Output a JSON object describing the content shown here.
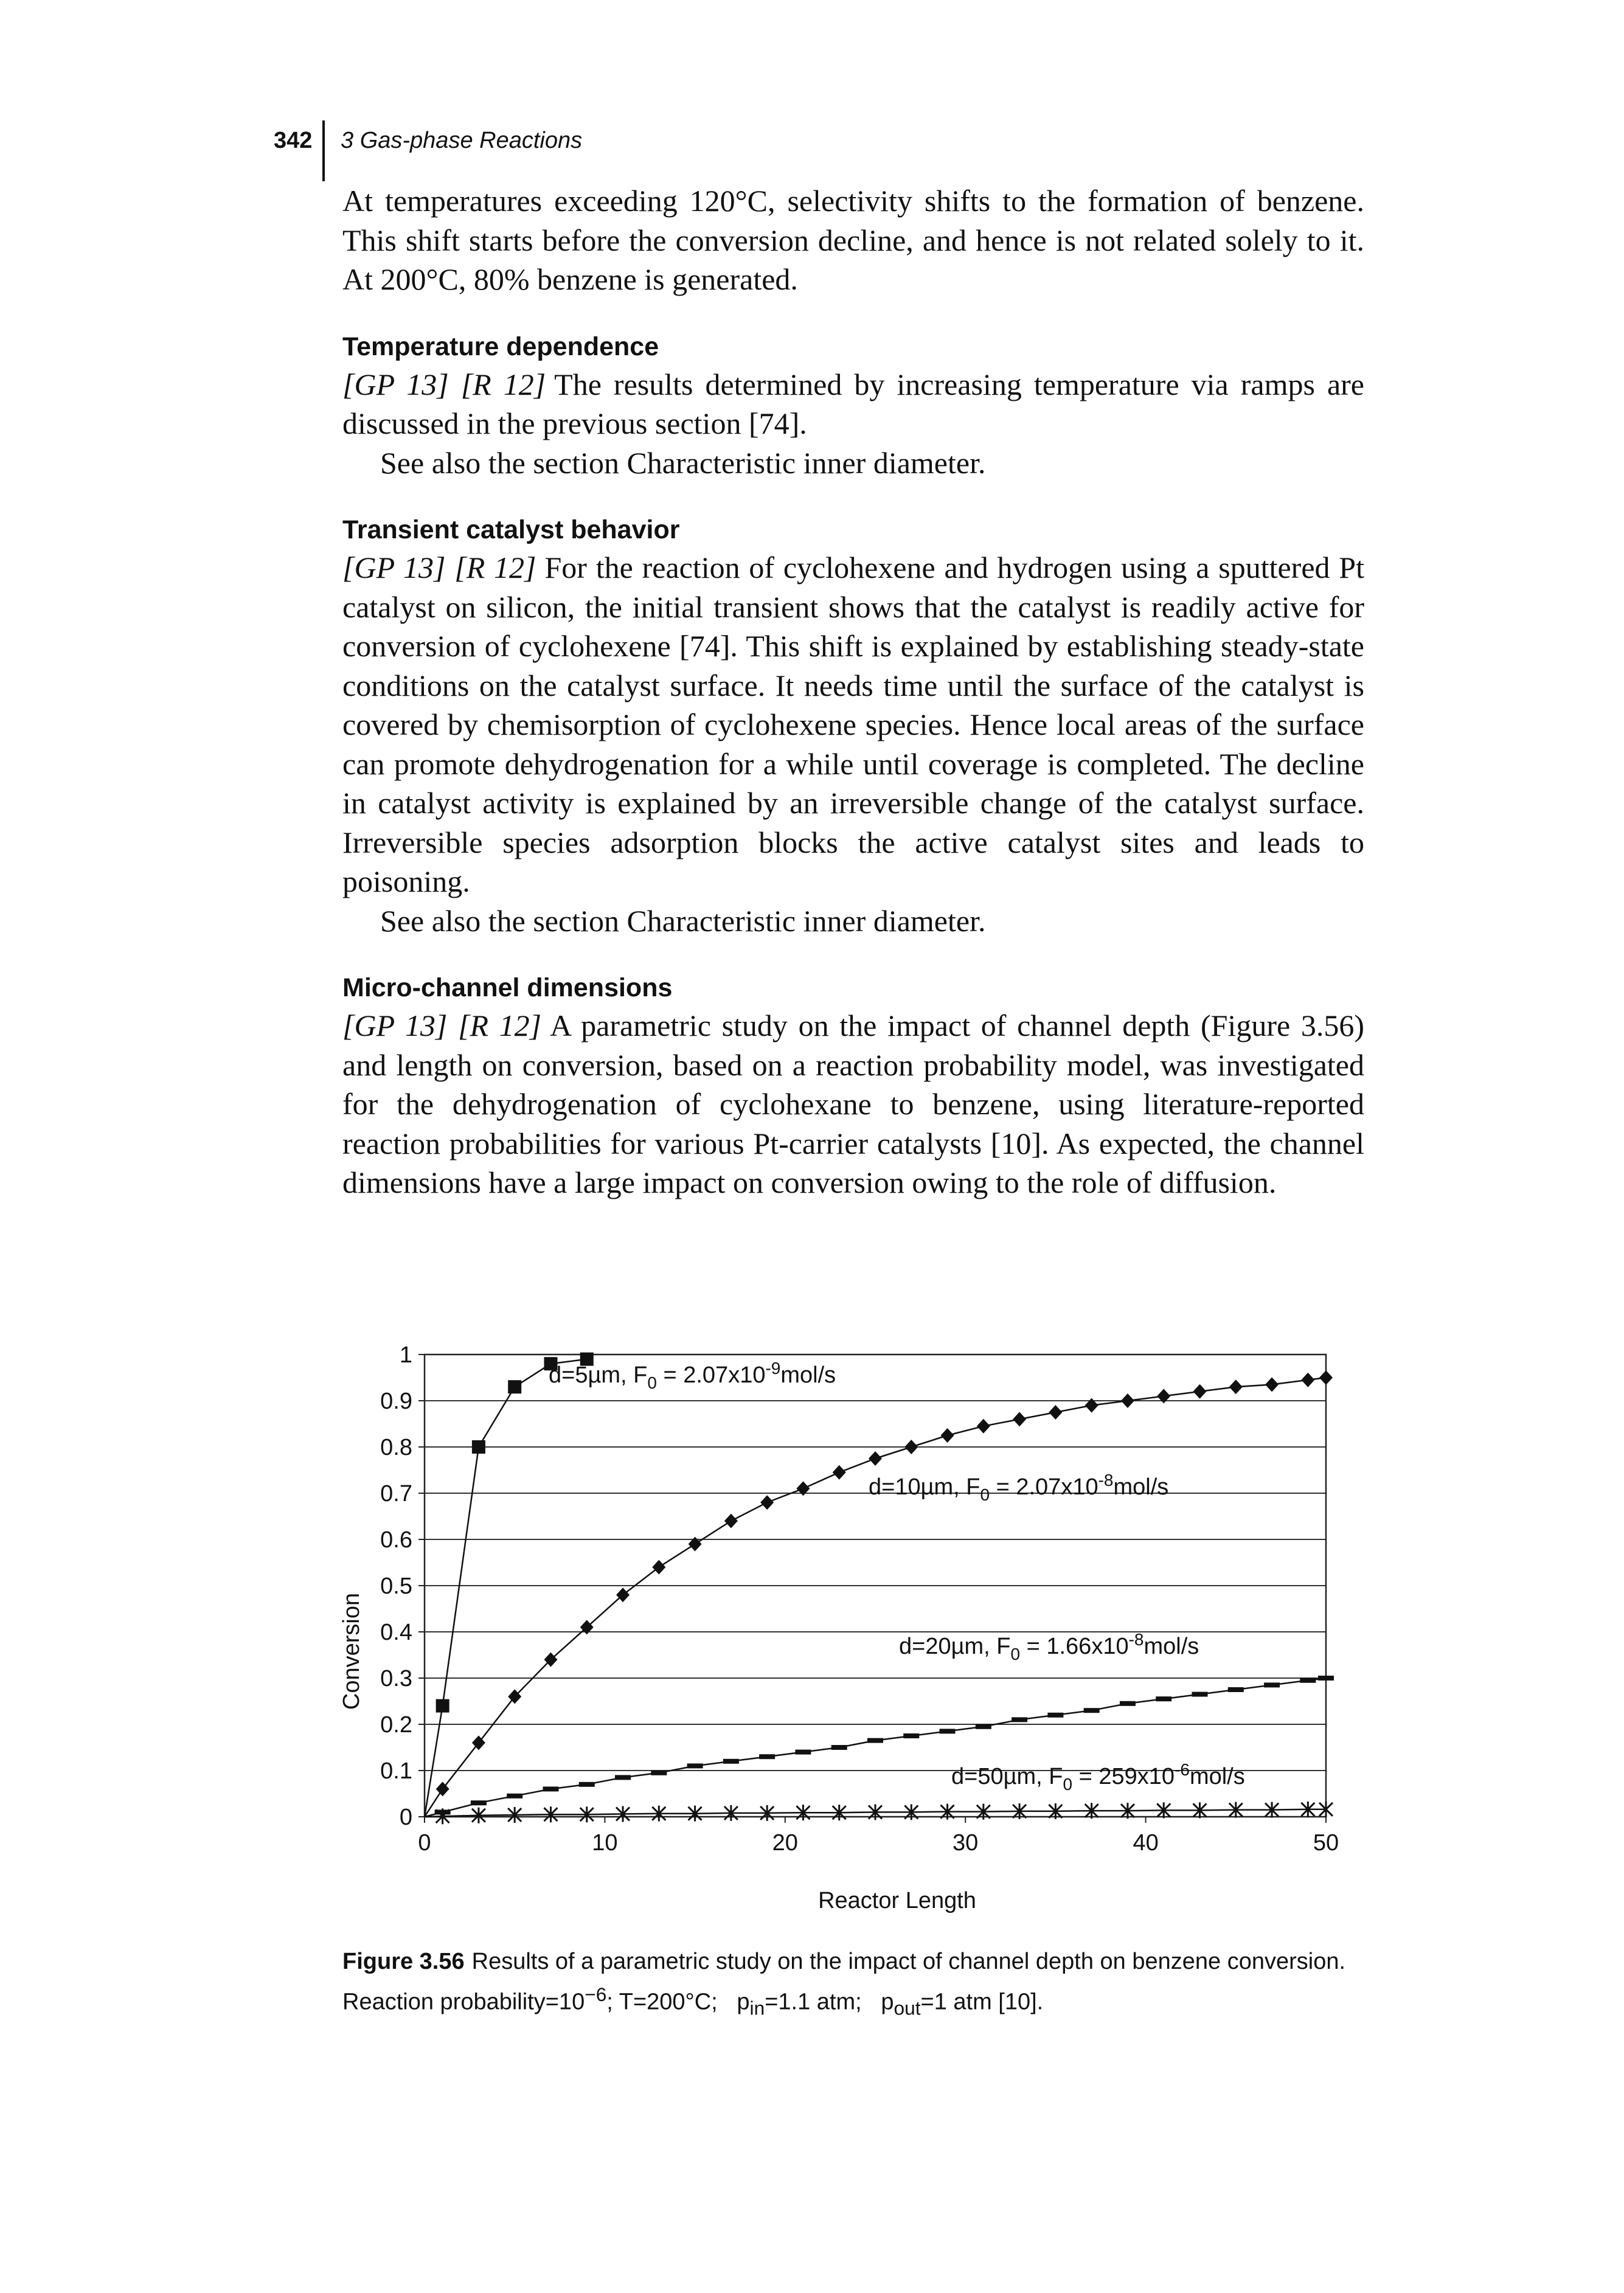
{
  "header": {
    "page_number": "342",
    "running_head": "3 Gas-phase Reactions"
  },
  "intro": {
    "text": "At temperatures exceeding 120°C, selectivity shifts to the formation of benzene. This shift starts before the conversion decline, and hence is not related solely to it. At 200°C, 80% benzene is generated."
  },
  "sections": [
    {
      "heading": "Temperature dependence",
      "paragraphs": [
        {
          "refs": "[GP 13] [R 12]",
          "text": "The results determined by increasing temperature via ramps are discussed in the previous section [74]."
        },
        {
          "refs": "",
          "text": "See also the section Characteristic inner diameter."
        }
      ]
    },
    {
      "heading": "Transient catalyst behavior",
      "paragraphs": [
        {
          "refs": "[GP 13] [R 12]",
          "text": "For the reaction of cyclohexene and hydrogen using a sputtered Pt catalyst on silicon, the initial transient shows that the catalyst is readily active for conversion of cyclohexene [74]. This shift is explained by establishing steady-state conditions on the catalyst surface. It needs time until the surface of the catalyst is covered by chemisorption of cyclohexene species. Hence local areas of the surface can promote dehydrogenation for a while until coverage is completed. The decline in catalyst activity is explained by an irreversible change of the catalyst surface. Irreversible species adsorption blocks the active catalyst sites and leads to poisoning."
        },
        {
          "refs": "",
          "text": "See also the section Characteristic inner diameter."
        }
      ]
    },
    {
      "heading": "Micro-channel dimensions",
      "paragraphs": [
        {
          "refs": "[GP 13] [R 12]",
          "text": "A parametric study on the impact of channel depth (Figure 3.56) and length on conversion, based on a reaction probability model, was investigated for the dehydrogenation of cyclohexane to benzene, using literature-reported reaction probabilities for various Pt-carrier catalysts [10]. As expected, the channel dimensions have a large impact on conversion owing to the role of diffusion."
        }
      ]
    }
  ],
  "figure": {
    "number": "Figure 3.56",
    "caption": "Results of a parametric study on the impact of channel depth on benzene conversion. Reaction probability=10",
    "caption_exp": "−6",
    "caption_rest": "; T=200°C;   p",
    "caption_in": "in",
    "caption_mid": "=1.1 atm;   p",
    "caption_out": "out",
    "caption_end": "=1 atm [10]."
  },
  "chart_data": {
    "type": "line",
    "title": "",
    "xlabel": "Reactor Length",
    "ylabel": "Conversion",
    "xlim": [
      0,
      50
    ],
    "ylim": [
      0,
      1
    ],
    "x_ticks": [
      "0",
      "10",
      "20",
      "30",
      "40",
      "50"
    ],
    "y_ticks": [
      "0",
      "0.1",
      "0.2",
      "0.3",
      "0.4",
      "0.5",
      "0.6",
      "0.7",
      "0.8",
      "0.9",
      "1"
    ],
    "grid": "horizontal",
    "series": [
      {
        "name": "d=5µm",
        "label": {
          "pre": "d=5µm, F",
          "sub": "0",
          "mid": " = 2.07x10",
          "sup": "-9",
          "post": "mol/s"
        },
        "marker": "square",
        "color": "#111111",
        "x": [
          0,
          1,
          3,
          5,
          7,
          9
        ],
        "y": [
          0,
          0.24,
          0.8,
          0.93,
          0.98,
          0.99
        ]
      },
      {
        "name": "d=10µm",
        "label": {
          "pre": "d=10µm, F",
          "sub": "0",
          "mid": " = 2.07x10",
          "sup": "-8",
          "post": "mol/s"
        },
        "marker": "diamond",
        "color": "#111111",
        "x": [
          0,
          1,
          3,
          5,
          7,
          9,
          11,
          13,
          15,
          17,
          19,
          21,
          23,
          25,
          27,
          29,
          31,
          33,
          35,
          37,
          39,
          41,
          43,
          45,
          47,
          49,
          50
        ],
        "y": [
          0,
          0.06,
          0.16,
          0.26,
          0.34,
          0.41,
          0.48,
          0.54,
          0.59,
          0.64,
          0.68,
          0.71,
          0.745,
          0.775,
          0.8,
          0.825,
          0.845,
          0.86,
          0.875,
          0.89,
          0.9,
          0.91,
          0.92,
          0.93,
          0.935,
          0.945,
          0.95
        ]
      },
      {
        "name": "d=20µm",
        "label": {
          "pre": "d=20µm, F",
          "sub": "0",
          "mid": " = 1.66x10",
          "sup": "-8",
          "post": "mol/s"
        },
        "marker": "dash",
        "color": "#111111",
        "x": [
          0,
          1,
          3,
          5,
          7,
          9,
          11,
          13,
          15,
          17,
          19,
          21,
          23,
          25,
          27,
          29,
          31,
          33,
          35,
          37,
          39,
          41,
          43,
          45,
          47,
          49,
          50
        ],
        "y": [
          0,
          0.01,
          0.03,
          0.045,
          0.06,
          0.07,
          0.085,
          0.095,
          0.11,
          0.12,
          0.13,
          0.14,
          0.15,
          0.165,
          0.175,
          0.185,
          0.195,
          0.21,
          0.22,
          0.23,
          0.245,
          0.255,
          0.265,
          0.275,
          0.285,
          0.295,
          0.3
        ]
      },
      {
        "name": "d=50µm",
        "label": {
          "pre": "d=50µm, F",
          "sub": "0",
          "mid": " = 259x10",
          "sup": "-6",
          "post": "mol/s"
        },
        "marker": "star",
        "color": "#111111",
        "x": [
          0,
          1,
          3,
          5,
          7,
          9,
          11,
          13,
          15,
          17,
          19,
          21,
          23,
          25,
          27,
          29,
          31,
          33,
          35,
          37,
          39,
          41,
          43,
          45,
          47,
          49,
          50
        ],
        "y": [
          0,
          0.001,
          0.003,
          0.004,
          0.005,
          0.005,
          0.006,
          0.007,
          0.007,
          0.008,
          0.008,
          0.009,
          0.009,
          0.01,
          0.01,
          0.011,
          0.011,
          0.012,
          0.012,
          0.013,
          0.013,
          0.014,
          0.014,
          0.015,
          0.015,
          0.016,
          0.016
        ]
      }
    ]
  }
}
